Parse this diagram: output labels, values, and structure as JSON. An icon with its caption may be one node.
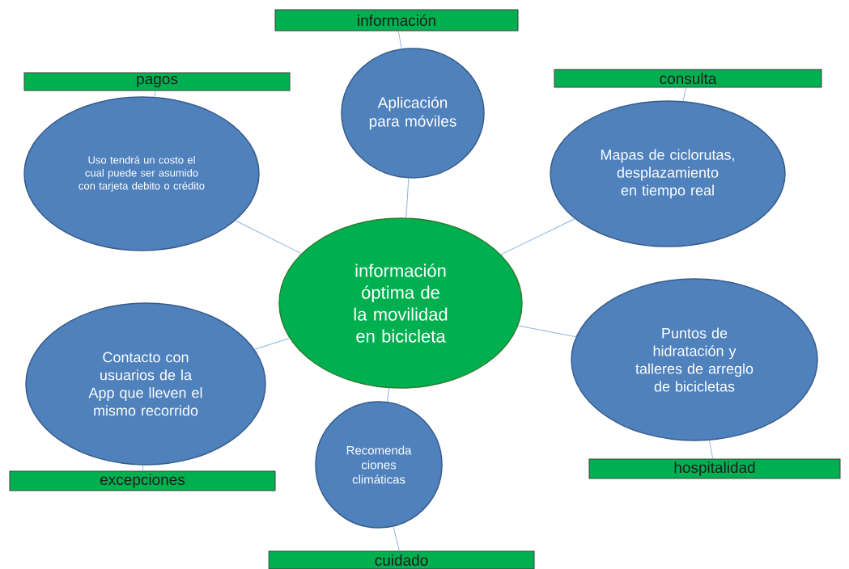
{
  "diagram": {
    "nodes": [
      {
        "text": [
          "información óptima de la movilidad en bicicleta"
        ]
      },
      {
        "text": [
          "Aplicación para móviles"
        ]
      },
      {
        "text": [
          "Uso tendrá un costo el cual puede ser asumido con tarjeta debito o crédito"
        ]
      },
      {
        "text": [
          "Mapas de ciclorutas, desplazamiento en tiempo real"
        ]
      },
      {
        "text": [
          "Contacto con usuarios de la App que lleven el mismo recorrido"
        ]
      },
      {
        "text": [
          "Recomenda ciones climáticas"
        ]
      },
      {
        "text": [
          "Puntos de hidratación y talleres de arreglo de bicicletas"
        ]
      },
      {
        "text": [
          "información"
        ]
      },
      {
        "text": [
          "pagos"
        ]
      },
      {
        "text": [
          "consulta"
        ]
      },
      {
        "text": [
          "excepciones"
        ]
      },
      {
        "text": [
          "hospitalidad"
        ]
      },
      {
        "text": [
          "cuidado"
        ]
      }
    ],
    "edges": [
      {
        "from": 0,
        "to": 1,
        "arrow": "none"
      },
      {
        "from": 0,
        "to": 2,
        "arrow": "none"
      },
      {
        "from": 0,
        "to": 3,
        "arrow": "none"
      },
      {
        "from": 0,
        "to": 4,
        "arrow": "none"
      },
      {
        "from": 0,
        "to": 5,
        "arrow": "none"
      },
      {
        "from": 0,
        "to": 6,
        "arrow": "none"
      },
      {
        "from": 1,
        "to": 7,
        "arrow": "none"
      },
      {
        "from": 2,
        "to": 8,
        "arrow": "none"
      },
      {
        "from": 3,
        "to": 9,
        "arrow": "none"
      },
      {
        "from": 4,
        "to": 10,
        "arrow": "none"
      },
      {
        "from": 6,
        "to": 11,
        "arrow": "none"
      },
      {
        "from": 5,
        "to": 12,
        "arrow": "none"
      }
    ]
  }
}
